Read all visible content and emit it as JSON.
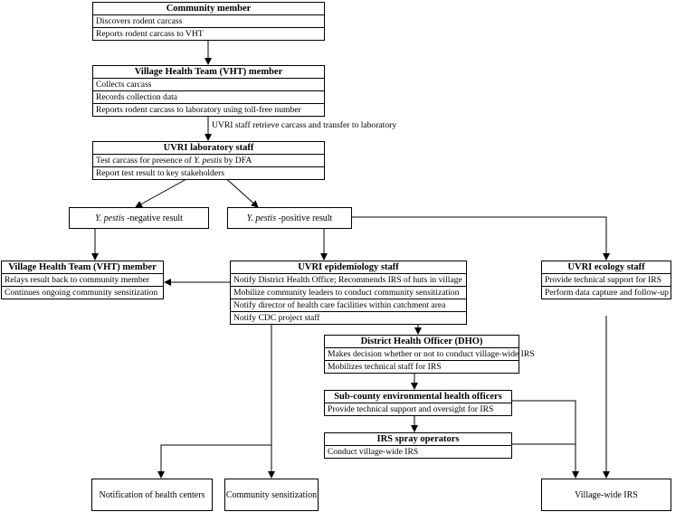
{
  "community_member": {
    "header": "Community member",
    "lines": [
      "Discovers rodent carcass",
      "Reports rodent carcass to VHT"
    ]
  },
  "vht_member_top": {
    "header": "Village Health Team (VHT) member",
    "lines": [
      "Collects carcass",
      "Records collection data",
      "Reports rodent carcass to laboratory using toll-free number"
    ]
  },
  "transfer_label": "UVRI staff retrieve carcass and transfer to laboratory",
  "uvri_lab": {
    "header": "UVRI laboratory staff",
    "line1_pre": "Test carcass for presence of ",
    "line1_italic": "Y. pestis",
    "line1_post": " by DFA",
    "line2": "Report test result to key stakeholders"
  },
  "negative_result": {
    "italic": "Y. pestis",
    "text": " -negative result"
  },
  "positive_result": {
    "italic": "Y. pestis",
    "text": " -positive result"
  },
  "vht_member_left": {
    "header": "Village Health Team (VHT) member",
    "lines": [
      "Relays result back to community member",
      "Continues ongoing community sensitization"
    ]
  },
  "uvri_epi": {
    "header": "UVRI epidemiology staff",
    "lines": [
      "Notify District Health Office; Recommends IRS of huts in village",
      "Mobilize community leaders to conduct community sensitization",
      "Notify director of health care facilities within catchment area",
      "Notify CDC project staff"
    ]
  },
  "uvri_ecology": {
    "header": "UVRI ecology staff",
    "lines": [
      "Provide technical support for IRS",
      "Perform data capture and follow-up"
    ]
  },
  "dho": {
    "header": "District Health Officer (DHO)",
    "lines": [
      "Makes decision whether or not to conduct village-wide IRS",
      "Mobilizes technical staff for IRS"
    ]
  },
  "subcounty": {
    "header": "Sub-county environmental health officers",
    "lines": [
      "Provide technical support and oversight for IRS"
    ]
  },
  "irs_operators": {
    "header": "IRS spray operators",
    "lines": [
      "Conduct village-wide IRS"
    ]
  },
  "outcomes": {
    "notification": "Notification of health centers",
    "sensitization": "Community sensitization",
    "village_irs": "Village-wide IRS"
  }
}
